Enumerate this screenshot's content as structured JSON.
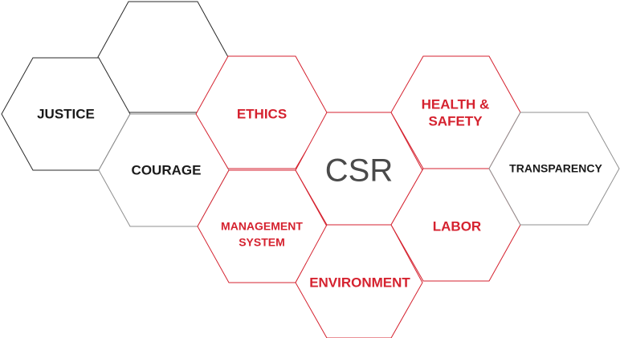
{
  "diagram": {
    "colors": {
      "red": "#d5222f",
      "dark": "#1a1a1a",
      "center_text": "#4a4a4a"
    },
    "nodes": {
      "justice": {
        "lines": [
          "JUSTICE"
        ]
      },
      "courage": {
        "lines": [
          "COURAGE"
        ]
      },
      "ethics": {
        "lines": [
          "ETHICS"
        ]
      },
      "management_system": {
        "lines": [
          "MANAGEMENT",
          "SYSTEM"
        ]
      },
      "csr": {
        "lines": [
          "CSR"
        ]
      },
      "environment": {
        "lines": [
          "ENVIRONMENT"
        ]
      },
      "health_safety": {
        "lines": [
          "HEALTH &",
          "SAFETY"
        ]
      },
      "labor": {
        "lines": [
          "LABOR"
        ]
      },
      "transparency": {
        "lines": [
          "TRANSPARENCY"
        ]
      }
    }
  }
}
